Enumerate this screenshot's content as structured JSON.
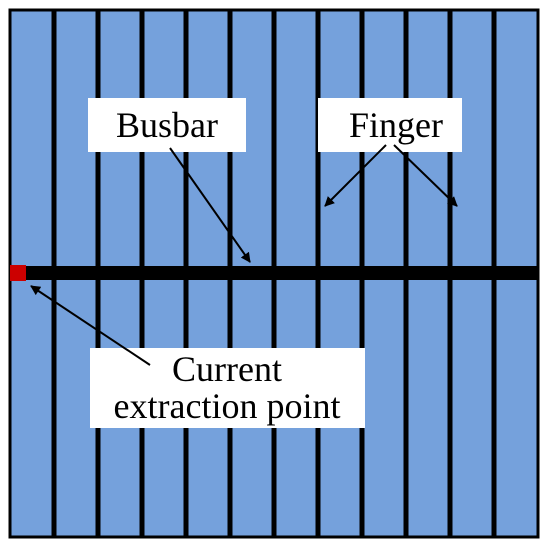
{
  "colors": {
    "cell": "#75A1DC",
    "lines": "#000000",
    "extraction_point": "#CC0000",
    "label_bg": "#ffffff"
  },
  "finger_count": 11,
  "labels": {
    "busbar": "Busbar",
    "finger": "Finger",
    "current_line1": "Current",
    "current_line2": "extraction point"
  }
}
